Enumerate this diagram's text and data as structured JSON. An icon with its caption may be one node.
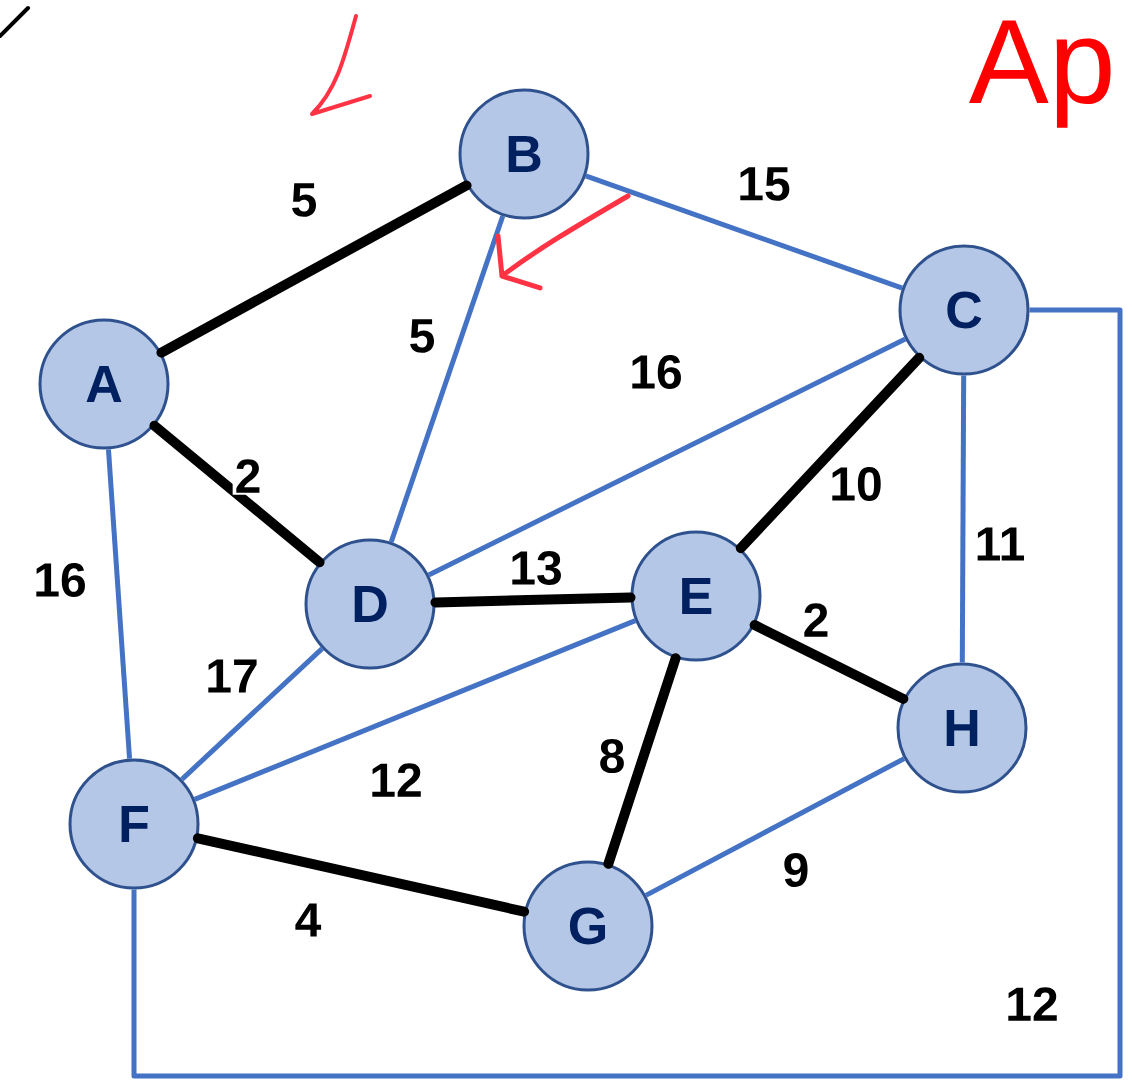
{
  "diagram": {
    "nodes": [
      {
        "text": [
          "A"
        ]
      },
      {
        "text": [
          "B"
        ]
      },
      {
        "text": [
          "C"
        ]
      },
      {
        "text": [
          "D"
        ]
      },
      {
        "text": [
          "E"
        ]
      },
      {
        "text": [
          "F"
        ]
      },
      {
        "text": [
          "G"
        ]
      },
      {
        "text": [
          "H"
        ]
      }
    ],
    "edges": [
      {
        "from": 0,
        "to": 1,
        "arrow": "none",
        "label": "5",
        "style": "thick",
        "color": "#000000"
      },
      {
        "from": 1,
        "to": 2,
        "arrow": "none",
        "label": "15"
      },
      {
        "from": 1,
        "to": 3,
        "arrow": "none",
        "label": "5"
      },
      {
        "from": 0,
        "to": 3,
        "arrow": "none",
        "label": "2",
        "style": "thick",
        "color": "#000000"
      },
      {
        "from": 0,
        "to": 5,
        "arrow": "none",
        "label": "16"
      },
      {
        "from": 2,
        "to": 3,
        "arrow": "none",
        "label": "16"
      },
      {
        "from": 2,
        "to": 4,
        "arrow": "none",
        "label": "10",
        "style": "thick",
        "color": "#000000"
      },
      {
        "from": 2,
        "to": 7,
        "arrow": "none",
        "label": "11"
      },
      {
        "from": 3,
        "to": 4,
        "arrow": "none",
        "label": "13",
        "style": "thick",
        "color": "#000000"
      },
      {
        "from": 3,
        "to": 5,
        "arrow": "none",
        "label": "17"
      },
      {
        "from": 4,
        "to": 5,
        "arrow": "none",
        "label": "12"
      },
      {
        "from": 4,
        "to": 7,
        "arrow": "none",
        "label": "2",
        "style": "thick",
        "color": "#000000"
      },
      {
        "from": 4,
        "to": 6,
        "arrow": "none",
        "label": "8",
        "style": "thick",
        "color": "#000000"
      },
      {
        "from": 5,
        "to": 6,
        "arrow": "none",
        "label": "4",
        "style": "thick",
        "color": "#000000"
      },
      {
        "from": 6,
        "to": 7,
        "arrow": "none",
        "label": "9"
      },
      {
        "from": 2,
        "to": 5,
        "arrow": "none",
        "label": "12"
      }
    ],
    "labels": [
      "Ap"
    ]
  }
}
